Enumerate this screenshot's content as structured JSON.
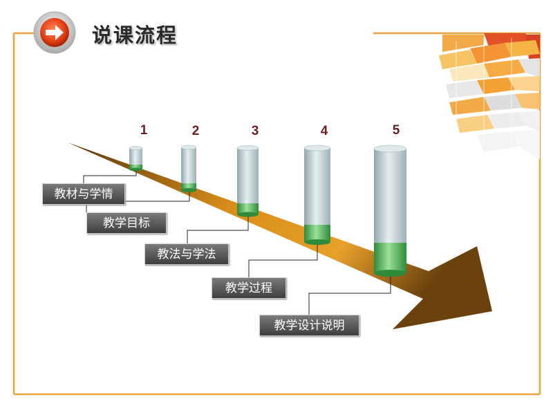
{
  "title": "说课流程",
  "icon": "arrow-right-icon",
  "colors": {
    "frame": "#e8a33a",
    "arrow_dark": "#7a4a12",
    "arrow_light": "#e39a1c",
    "label_number": "#6b1f1f",
    "cylinder_fill": "#5aa85a"
  },
  "steps": [
    {
      "number": "1",
      "label": "教材与学情"
    },
    {
      "number": "2",
      "label": "教学目标"
    },
    {
      "number": "3",
      "label": "教法与学法"
    },
    {
      "number": "4",
      "label": "教学过程"
    },
    {
      "number": "5",
      "label": "教学设计说明"
    }
  ]
}
